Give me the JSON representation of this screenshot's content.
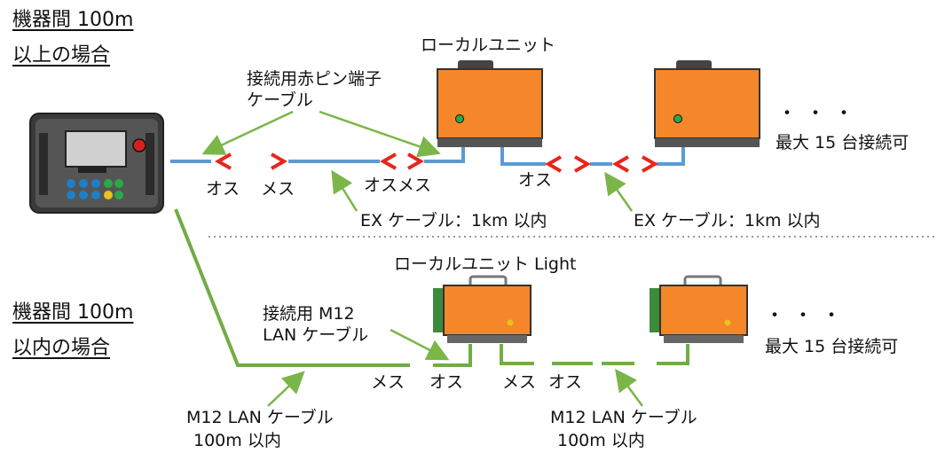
{
  "section_top": {
    "heading_line1": "機器間 100m",
    "heading_line2": "以上の場合",
    "unit_label": "ローカルユニット",
    "cable_callout_line1": "接続用赤ピン端子",
    "cable_callout_line2": "ケーブル",
    "conn_male_1": "オス",
    "conn_female_1": "メス",
    "conn_male_female": "オスメス",
    "conn_male_2": "オス",
    "ex_cable_1": "EX ケーブル：1km 以内",
    "ex_cable_2": "EX ケーブル：1km 以内",
    "max_units": "最大 15 台接続可",
    "ellipsis": "・・・"
  },
  "section_bottom": {
    "heading_line1": "機器間 100m",
    "heading_line2": "以内の場合",
    "unit_label": "ローカルユニット Light",
    "cable_callout_line1": "接続用 M12",
    "cable_callout_line2": "LAN ケーブル",
    "conn_female_1": "メス",
    "conn_male_1": "オス",
    "conn_female_2": "メス",
    "conn_male_2": "オス",
    "lan_cable_1_line1": "M12 LAN ケーブル",
    "lan_cable_1_line2": "100m 以内",
    "lan_cable_2_line1": "M12 LAN ケーブル",
    "lan_cable_2_line2": "100m 以内",
    "max_units": "最大 15 台接続可",
    "ellipsis": "・・・"
  },
  "colors": {
    "unit_orange": "#f5862a",
    "ex_cable_blue": "#5b9bd5",
    "lan_cable_green": "#70ad47",
    "connector_red": "#e8251d",
    "callout_green": "#7ab648"
  }
}
